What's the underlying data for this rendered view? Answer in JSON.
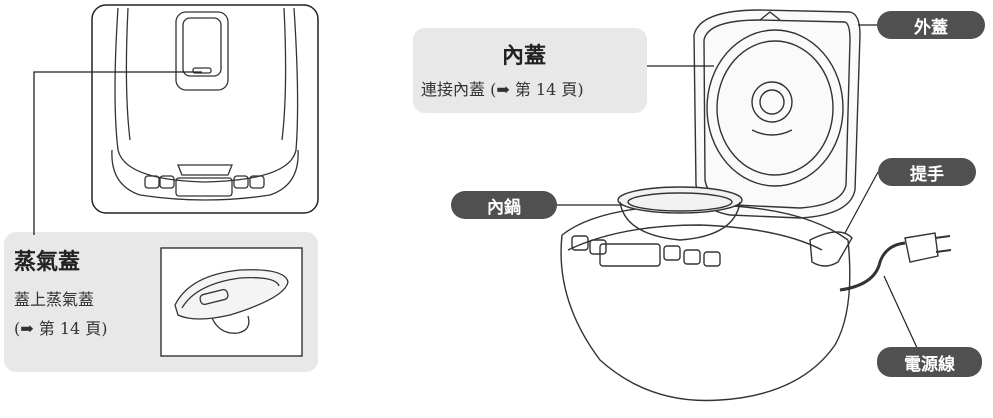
{
  "labels": {
    "outer_lid": "外蓋",
    "inner_pot": "內鍋",
    "handle": "提手",
    "power_cord": "電源線"
  },
  "inner_lid_box": {
    "title": "內蓋",
    "subtitle": "連接內蓋 (➡ 第 14 頁)"
  },
  "steam_cap_box": {
    "title": "蒸氣蓋",
    "line1": "蓋上蒸氣蓋",
    "line2": "(➡ 第 14 頁)"
  },
  "colors": {
    "pill": "#505050",
    "panel": "#e8e8e8",
    "line": "#222222"
  }
}
